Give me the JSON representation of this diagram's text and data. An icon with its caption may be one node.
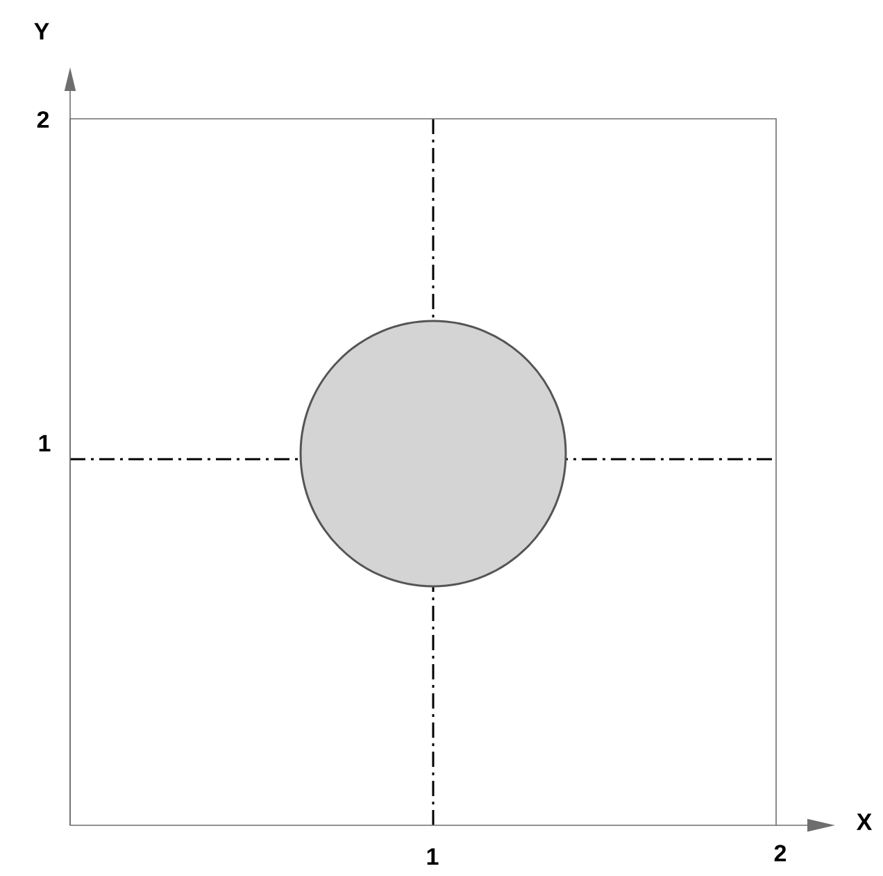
{
  "diagram": {
    "nodes": [
      {
        "text": [],
        "shape": "box"
      },
      {
        "text": [],
        "shape": "circle",
        "in": 0
      }
    ],
    "labels": [
      "Y",
      "2",
      "1",
      "X",
      "1",
      "2"
    ]
  }
}
